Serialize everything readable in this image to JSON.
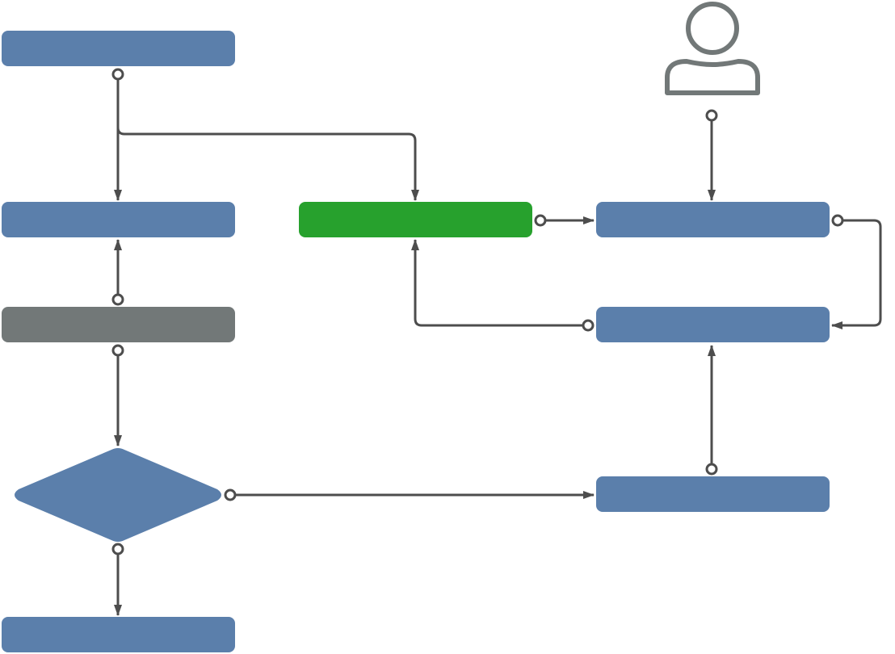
{
  "diagram": {
    "colors": {
      "process": "#5b7fab",
      "highlight": "#27a12d",
      "muted": "#727878",
      "connector": "#4d4d4d",
      "actor": "#727878",
      "background": "#ffffff"
    },
    "nodes": [
      {
        "id": "n1",
        "shape": "rounded-rect",
        "color": "process",
        "label": ""
      },
      {
        "id": "n2",
        "shape": "rounded-rect",
        "color": "process",
        "label": ""
      },
      {
        "id": "n3",
        "shape": "rounded-rect",
        "color": "muted",
        "label": ""
      },
      {
        "id": "n4",
        "shape": "diamond",
        "color": "process",
        "label": ""
      },
      {
        "id": "n5",
        "shape": "rounded-rect",
        "color": "process",
        "label": ""
      },
      {
        "id": "n6",
        "shape": "rounded-rect",
        "color": "highlight",
        "label": ""
      },
      {
        "id": "n7",
        "shape": "rounded-rect",
        "color": "process",
        "label": ""
      },
      {
        "id": "n8",
        "shape": "rounded-rect",
        "color": "process",
        "label": ""
      },
      {
        "id": "n9",
        "shape": "rounded-rect",
        "color": "process",
        "label": ""
      }
    ],
    "actor": {
      "id": "user",
      "icon": "user-icon"
    },
    "edges": [
      {
        "from": "n1",
        "to": "n2"
      },
      {
        "from": "n1",
        "to": "n6"
      },
      {
        "from": "n3",
        "to": "n2"
      },
      {
        "from": "n3",
        "to": "n4"
      },
      {
        "from": "n4",
        "to": "n5"
      },
      {
        "from": "n4",
        "to": "n9"
      },
      {
        "from": "n6",
        "to": "n7"
      },
      {
        "from": "user",
        "to": "n7"
      },
      {
        "from": "n7",
        "to": "n8"
      },
      {
        "from": "n8",
        "to": "n6"
      },
      {
        "from": "n9",
        "to": "n8"
      }
    ]
  }
}
